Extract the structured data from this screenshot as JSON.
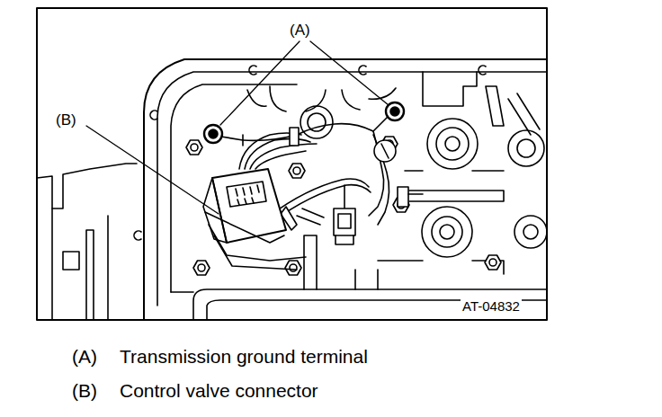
{
  "diagram": {
    "labels": [
      "(A)",
      "(B)",
      "AT-04832",
      "(A)",
      "Transmission ground terminal",
      "(B)",
      "Control valve connector"
    ]
  }
}
